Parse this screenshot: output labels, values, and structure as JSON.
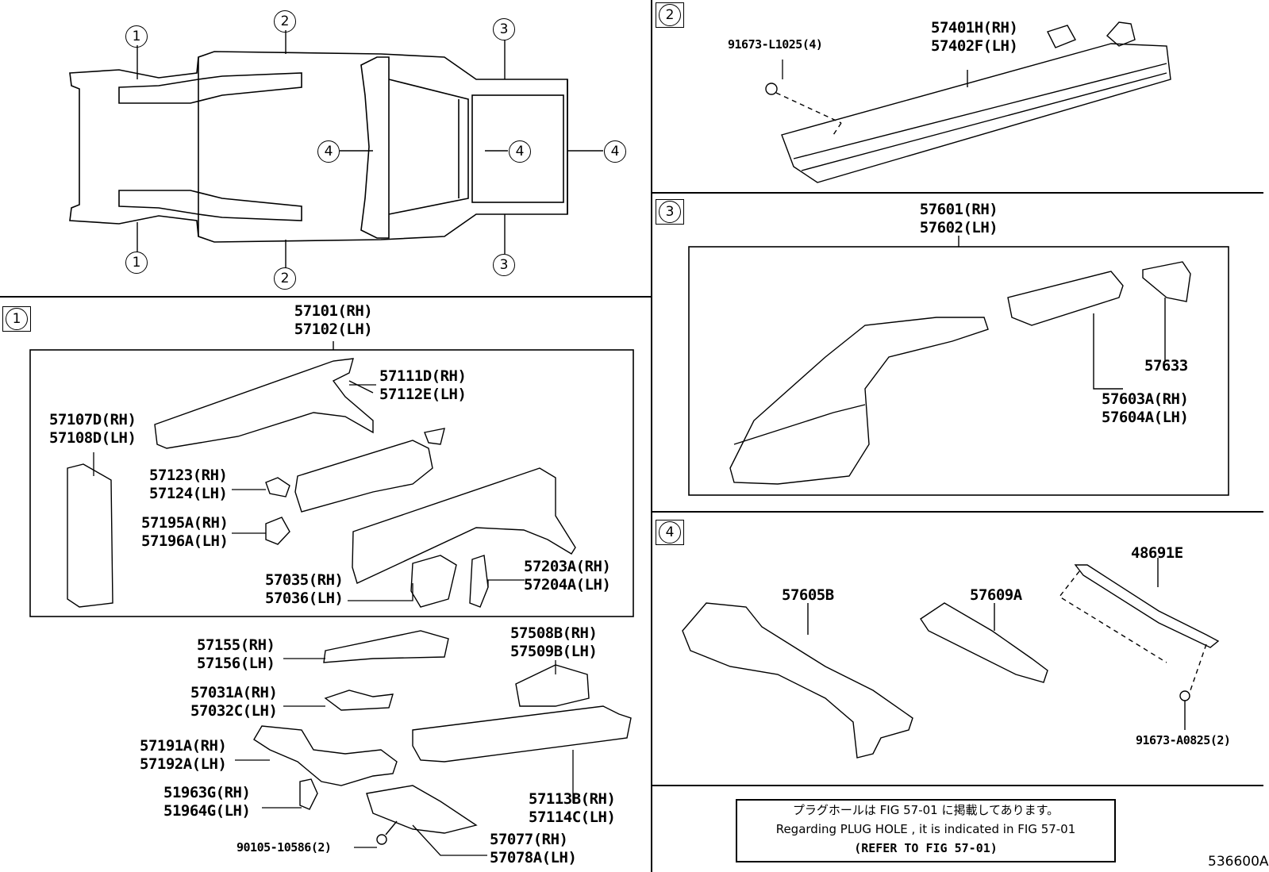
{
  "overview": {
    "callouts": [
      "1",
      "2",
      "3",
      "4"
    ]
  },
  "sections": {
    "s1": {
      "tag": "1"
    },
    "s2": {
      "tag": "2"
    },
    "s3": {
      "tag": "3"
    },
    "s4": {
      "tag": "4"
    }
  },
  "labels": {
    "p57101": [
      "57101(RH)",
      "57102(LH)"
    ],
    "p57111": [
      "57111D(RH)",
      "57112E(LH)"
    ],
    "p57107": [
      "57107D(RH)",
      "57108D(LH)"
    ],
    "p57123": [
      "57123(RH)",
      "57124(LH)"
    ],
    "p57195": [
      "57195A(RH)",
      "57196A(LH)"
    ],
    "p57035": [
      "57035(RH)",
      "57036(LH)"
    ],
    "p57203": [
      "57203A(RH)",
      "57204A(LH)"
    ],
    "p57155": [
      "57155(RH)",
      "57156(LH)"
    ],
    "p57508": [
      "57508B(RH)",
      "57509B(LH)"
    ],
    "p57031": [
      "57031A(RH)",
      "57032C(LH)"
    ],
    "p57191": [
      "57191A(RH)",
      "57192A(LH)"
    ],
    "p51963": [
      "51963G(RH)",
      "51964G(LH)"
    ],
    "p57113": [
      "57113B(RH)",
      "57114C(LH)"
    ],
    "p90105": [
      "90105-10586(2)"
    ],
    "p57077": [
      "57077(RH)",
      "57078A(LH)"
    ],
    "p91673L": [
      "91673-L1025(4)"
    ],
    "p57401": [
      "57401H(RH)",
      "57402F(LH)"
    ],
    "p57601": [
      "57601(RH)",
      "57602(LH)"
    ],
    "p57633": [
      "57633"
    ],
    "p57603": [
      "57603A(RH)",
      "57604A(LH)"
    ],
    "p48691": [
      "48691E"
    ],
    "p57605": [
      "57605B"
    ],
    "p57609": [
      "57609A"
    ],
    "p91673A": [
      "91673-A0825(2)"
    ]
  },
  "note": {
    "line1": "プラグホールは FIG 57-01 に掲載してあります。",
    "line2": "Regarding  PLUG  HOLE , it is indicated in FIG  57-01",
    "line3": "(REFER  TO  FIG  57-01)"
  },
  "illustration_code": "536600A"
}
